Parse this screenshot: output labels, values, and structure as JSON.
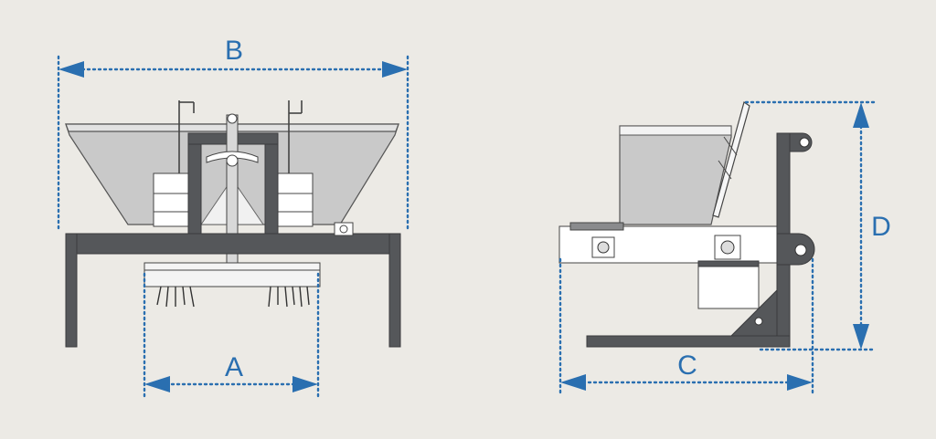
{
  "colors": {
    "background": "#eceae5",
    "dimension": "#2a6fb0",
    "frame": "#55575a",
    "hopper": "#c9c9c9"
  },
  "labels": {
    "a": "A",
    "b": "B",
    "c": "C",
    "d": "D"
  }
}
